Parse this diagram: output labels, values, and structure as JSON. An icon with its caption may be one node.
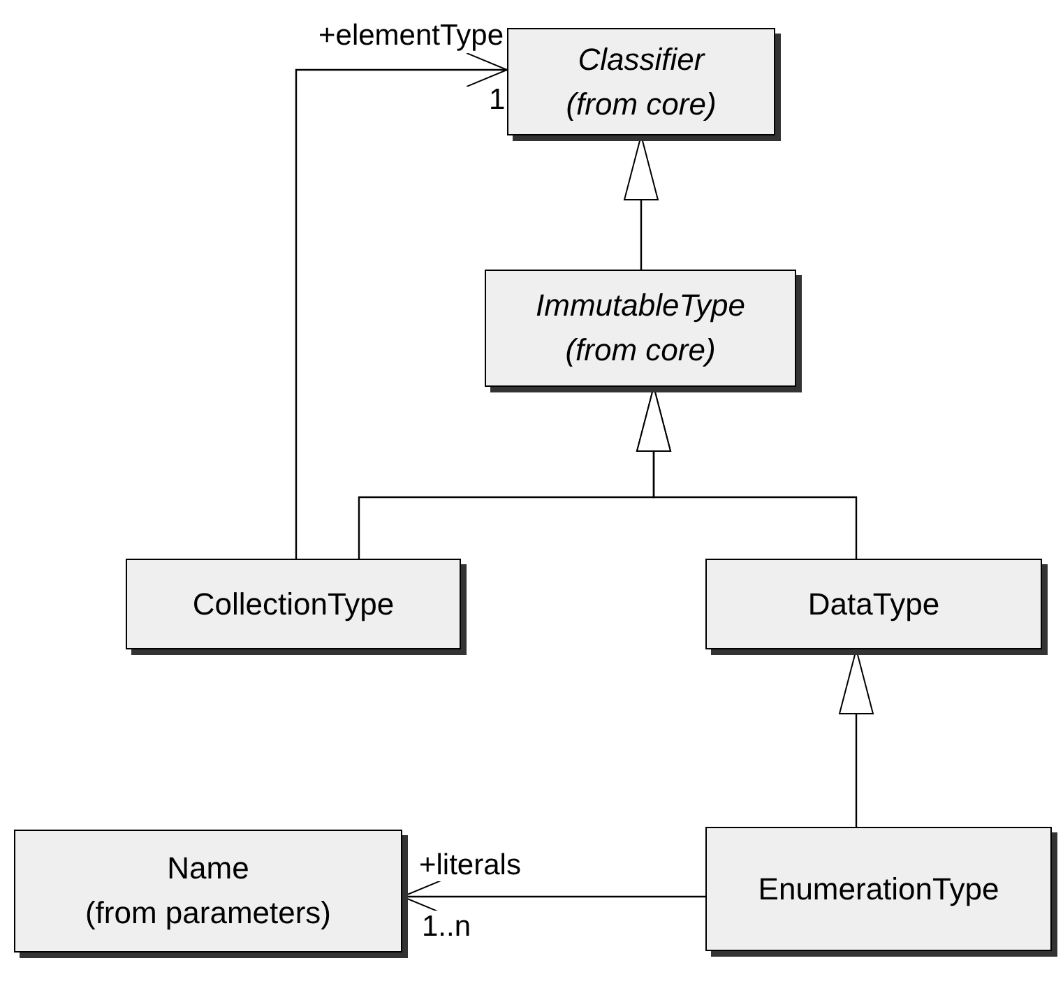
{
  "diagram": {
    "nodes": [
      {
        "text": [
          "Classifier",
          "(from core)"
        ]
      },
      {
        "text": [
          "ImmutableType",
          "(from core)"
        ]
      },
      {
        "text": [
          "CollectionType"
        ]
      },
      {
        "text": [
          "DataType"
        ]
      },
      {
        "text": [
          "Name",
          "(from parameters)"
        ]
      },
      {
        "text": [
          "EnumerationType"
        ]
      }
    ],
    "edges": [
      {
        "from": 2,
        "to": 0,
        "arrow": "to",
        "label": "+elementType"
      },
      {
        "from": 1,
        "to": 0,
        "arrow": "to"
      },
      {
        "from": 2,
        "to": 1,
        "arrow": "to"
      },
      {
        "from": 3,
        "to": 1,
        "arrow": "to"
      },
      {
        "from": 5,
        "to": 3,
        "arrow": "to"
      },
      {
        "from": 5,
        "to": 4,
        "arrow": "to",
        "label": "+literals"
      }
    ],
    "labels": [
      "1",
      "1..n"
    ]
  }
}
